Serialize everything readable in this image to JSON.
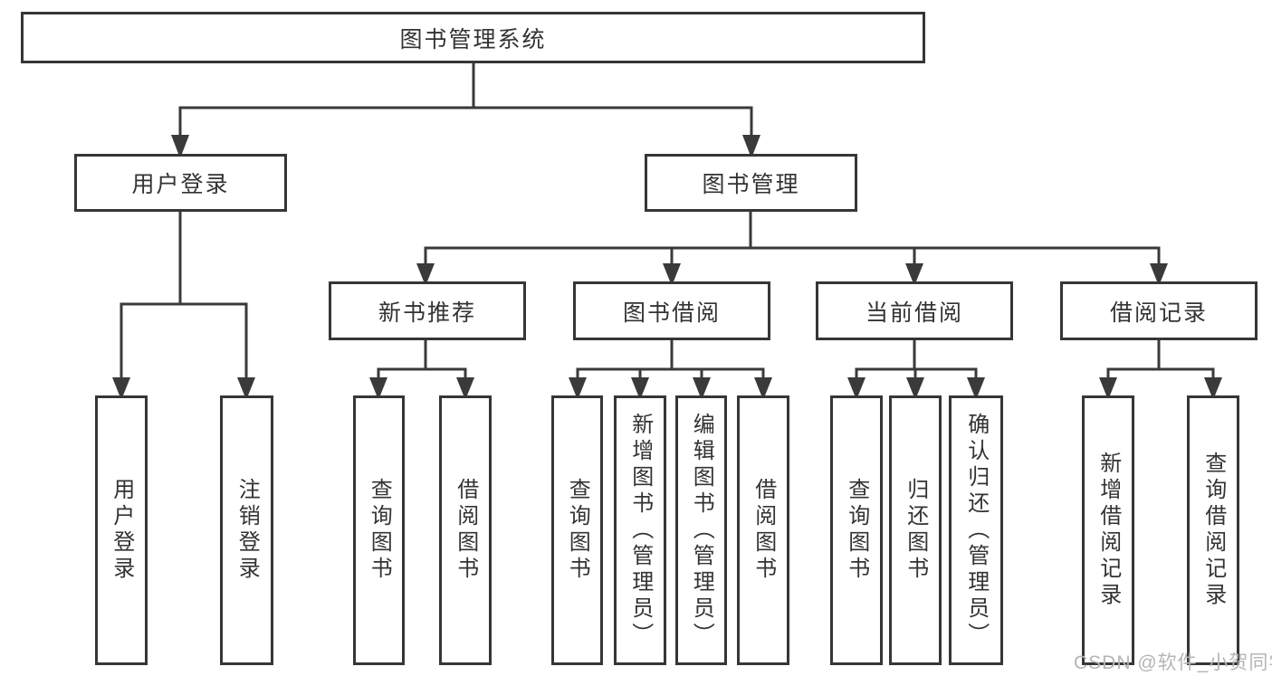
{
  "tree": {
    "label": "图书管理系统",
    "children": [
      {
        "label": "用户登录",
        "children": [
          {
            "label": "用户登录"
          },
          {
            "label": "注销登录"
          }
        ]
      },
      {
        "label": "图书管理",
        "children": [
          {
            "label": "新书推荐",
            "children": [
              {
                "label": "查询图书"
              },
              {
                "label": "借阅图书"
              }
            ]
          },
          {
            "label": "图书借阅",
            "children": [
              {
                "label": "查询图书"
              },
              {
                "label": "新增图书（管理员）"
              },
              {
                "label": "编辑图书（管理员）"
              },
              {
                "label": "借阅图书"
              }
            ]
          },
          {
            "label": "当前借阅",
            "children": [
              {
                "label": "查询图书"
              },
              {
                "label": "归还图书"
              },
              {
                "label": "确认归还（管理员）"
              }
            ]
          },
          {
            "label": "借阅记录",
            "children": [
              {
                "label": "新增借阅记录"
              },
              {
                "label": "查询借阅记录"
              }
            ]
          }
        ]
      }
    ]
  },
  "watermark": "CSDN @软件_小贺同学",
  "colors": {
    "line": "#3a3a3a",
    "box_border": "#363636",
    "text": "#333333",
    "watermark": "#b5b5b5",
    "background": "#ffffff"
  }
}
